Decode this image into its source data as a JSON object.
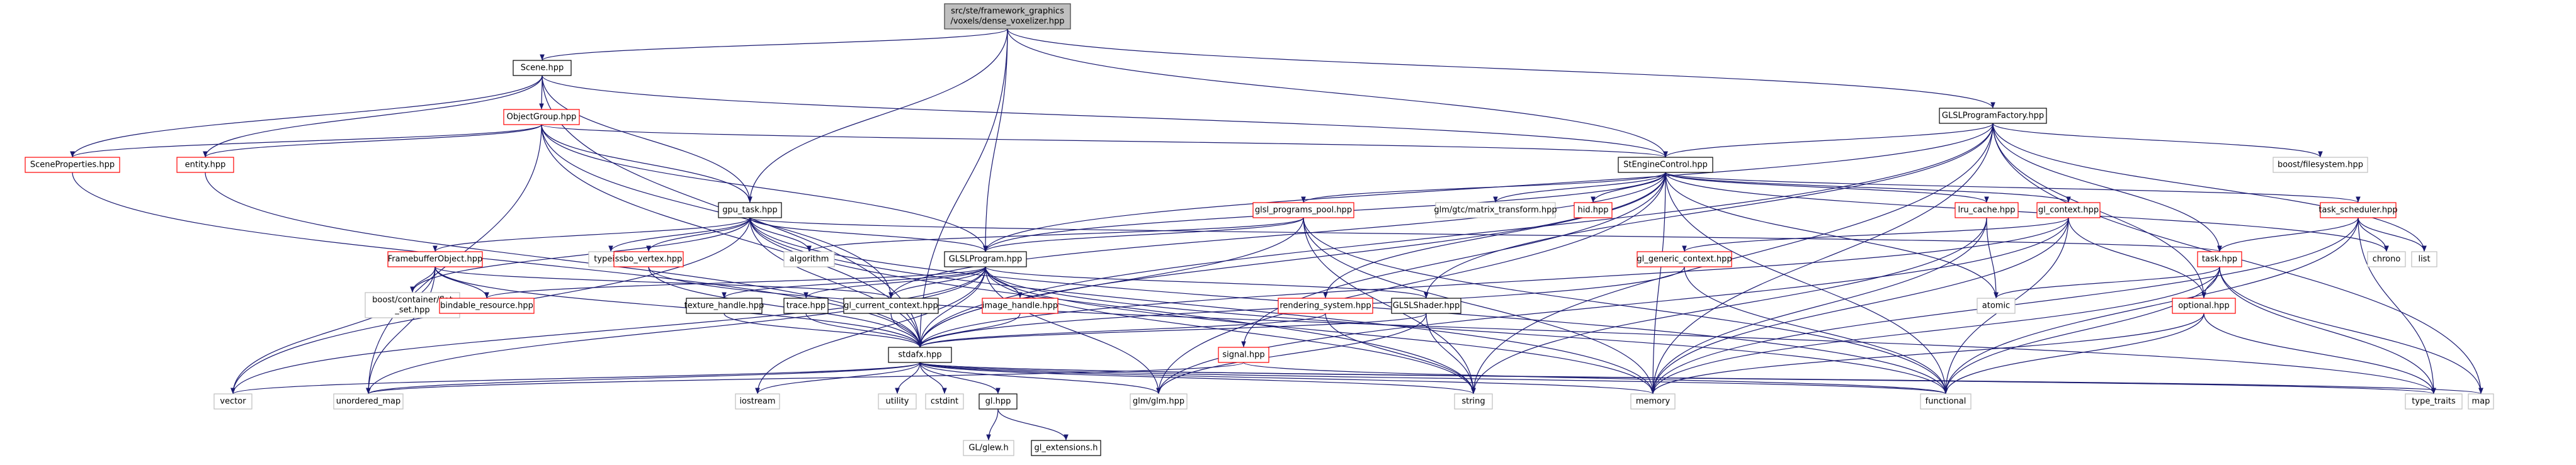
{
  "graph": {
    "colors": {
      "edge": "#191970",
      "root_fill": "#bfbfbf",
      "missing_border": "#ff0000",
      "external_border": "#bfbfbf"
    },
    "nodes": [
      {
        "id": "root",
        "lines": [
          "src/ste/framework_graphics",
          "/voxels/dense_voxelizer.hpp"
        ],
        "kind": "root"
      },
      {
        "id": "scene",
        "lines": [
          "Scene.hpp"
        ],
        "kind": "normal"
      },
      {
        "id": "glslpf",
        "lines": [
          "GLSLProgramFactory.hpp"
        ],
        "kind": "normal"
      },
      {
        "id": "objgroup",
        "lines": [
          "ObjectGroup.hpp"
        ],
        "kind": "red"
      },
      {
        "id": "sceneprops",
        "lines": [
          "SceneProperties.hpp"
        ],
        "kind": "red"
      },
      {
        "id": "entity",
        "lines": [
          "entity.hpp"
        ],
        "kind": "red"
      },
      {
        "id": "boostfs",
        "lines": [
          "boost/filesystem.hpp"
        ],
        "kind": "gray"
      },
      {
        "id": "stecontrol",
        "lines": [
          "StEngineControl.hpp"
        ],
        "kind": "normal"
      },
      {
        "id": "gputask",
        "lines": [
          "gpu_task.hpp"
        ],
        "kind": "normal"
      },
      {
        "id": "glmmat",
        "lines": [
          "glm/gtc/matrix_transform.hpp"
        ],
        "kind": "gray"
      },
      {
        "id": "hid",
        "lines": [
          "hid.hpp"
        ],
        "kind": "red"
      },
      {
        "id": "lrucache",
        "lines": [
          "lru_cache.hpp"
        ],
        "kind": "red"
      },
      {
        "id": "glcontext",
        "lines": [
          "gl_context.hpp"
        ],
        "kind": "red"
      },
      {
        "id": "tasksched",
        "lines": [
          "task_scheduler.hpp"
        ],
        "kind": "red"
      },
      {
        "id": "glslpool",
        "lines": [
          "glsl_programs_pool.hpp"
        ],
        "kind": "red"
      },
      {
        "id": "list",
        "lines": [
          "list"
        ],
        "kind": "gray"
      },
      {
        "id": "chrono",
        "lines": [
          "chrono"
        ],
        "kind": "gray"
      },
      {
        "id": "fbo",
        "lines": [
          "FramebufferObject.hpp"
        ],
        "kind": "red"
      },
      {
        "id": "typeinfo",
        "lines": [
          "typeinfo"
        ],
        "kind": "gray"
      },
      {
        "id": "ssbo",
        "lines": [
          "ssbo_vertex.hpp"
        ],
        "kind": "red"
      },
      {
        "id": "algorithm",
        "lines": [
          "algorithm"
        ],
        "kind": "gray"
      },
      {
        "id": "glslprog",
        "lines": [
          "GLSLProgram.hpp"
        ],
        "kind": "normal"
      },
      {
        "id": "glgeneric",
        "lines": [
          "gl_generic_context.hpp"
        ],
        "kind": "red"
      },
      {
        "id": "task",
        "lines": [
          "task.hpp"
        ],
        "kind": "red"
      },
      {
        "id": "flatset",
        "lines": [
          "boost/container/flat",
          "_set.hpp"
        ],
        "kind": "gray"
      },
      {
        "id": "bindable",
        "lines": [
          "bindable_resource.hpp"
        ],
        "kind": "red"
      },
      {
        "id": "texhandle",
        "lines": [
          "texture_handle.hpp"
        ],
        "kind": "normal"
      },
      {
        "id": "trace",
        "lines": [
          "trace.hpp"
        ],
        "kind": "normal"
      },
      {
        "id": "glcurrent",
        "lines": [
          "gl_current_context.hpp"
        ],
        "kind": "normal"
      },
      {
        "id": "imghandle",
        "lines": [
          "image_handle.hpp"
        ],
        "kind": "red"
      },
      {
        "id": "rendsys",
        "lines": [
          "rendering_system.hpp"
        ],
        "kind": "red"
      },
      {
        "id": "glslshader",
        "lines": [
          "GLSLShader.hpp"
        ],
        "kind": "normal"
      },
      {
        "id": "atomic",
        "lines": [
          "atomic"
        ],
        "kind": "gray"
      },
      {
        "id": "optional",
        "lines": [
          "optional.hpp"
        ],
        "kind": "red"
      },
      {
        "id": "signal",
        "lines": [
          "signal.hpp"
        ],
        "kind": "red"
      },
      {
        "id": "stdafx",
        "lines": [
          "stdafx.hpp"
        ],
        "kind": "normal"
      },
      {
        "id": "vector",
        "lines": [
          "vector"
        ],
        "kind": "gray"
      },
      {
        "id": "unordered",
        "lines": [
          "unordered_map"
        ],
        "kind": "gray"
      },
      {
        "id": "iostream",
        "lines": [
          "iostream"
        ],
        "kind": "gray"
      },
      {
        "id": "utility",
        "lines": [
          "utility"
        ],
        "kind": "gray"
      },
      {
        "id": "cstdint",
        "lines": [
          "cstdint"
        ],
        "kind": "gray"
      },
      {
        "id": "glhpp",
        "lines": [
          "gl.hpp"
        ],
        "kind": "normal"
      },
      {
        "id": "glmglm",
        "lines": [
          "glm/glm.hpp"
        ],
        "kind": "gray"
      },
      {
        "id": "string",
        "lines": [
          "string"
        ],
        "kind": "gray"
      },
      {
        "id": "memory",
        "lines": [
          "memory"
        ],
        "kind": "gray"
      },
      {
        "id": "functional",
        "lines": [
          "functional"
        ],
        "kind": "gray"
      },
      {
        "id": "typetraits",
        "lines": [
          "type_traits"
        ],
        "kind": "gray"
      },
      {
        "id": "map",
        "lines": [
          "map"
        ],
        "kind": "gray"
      },
      {
        "id": "glew",
        "lines": [
          "GL/glew.h"
        ],
        "kind": "gray"
      },
      {
        "id": "glext",
        "lines": [
          "gl_extensions.h"
        ],
        "kind": "normal"
      }
    ]
  }
}
